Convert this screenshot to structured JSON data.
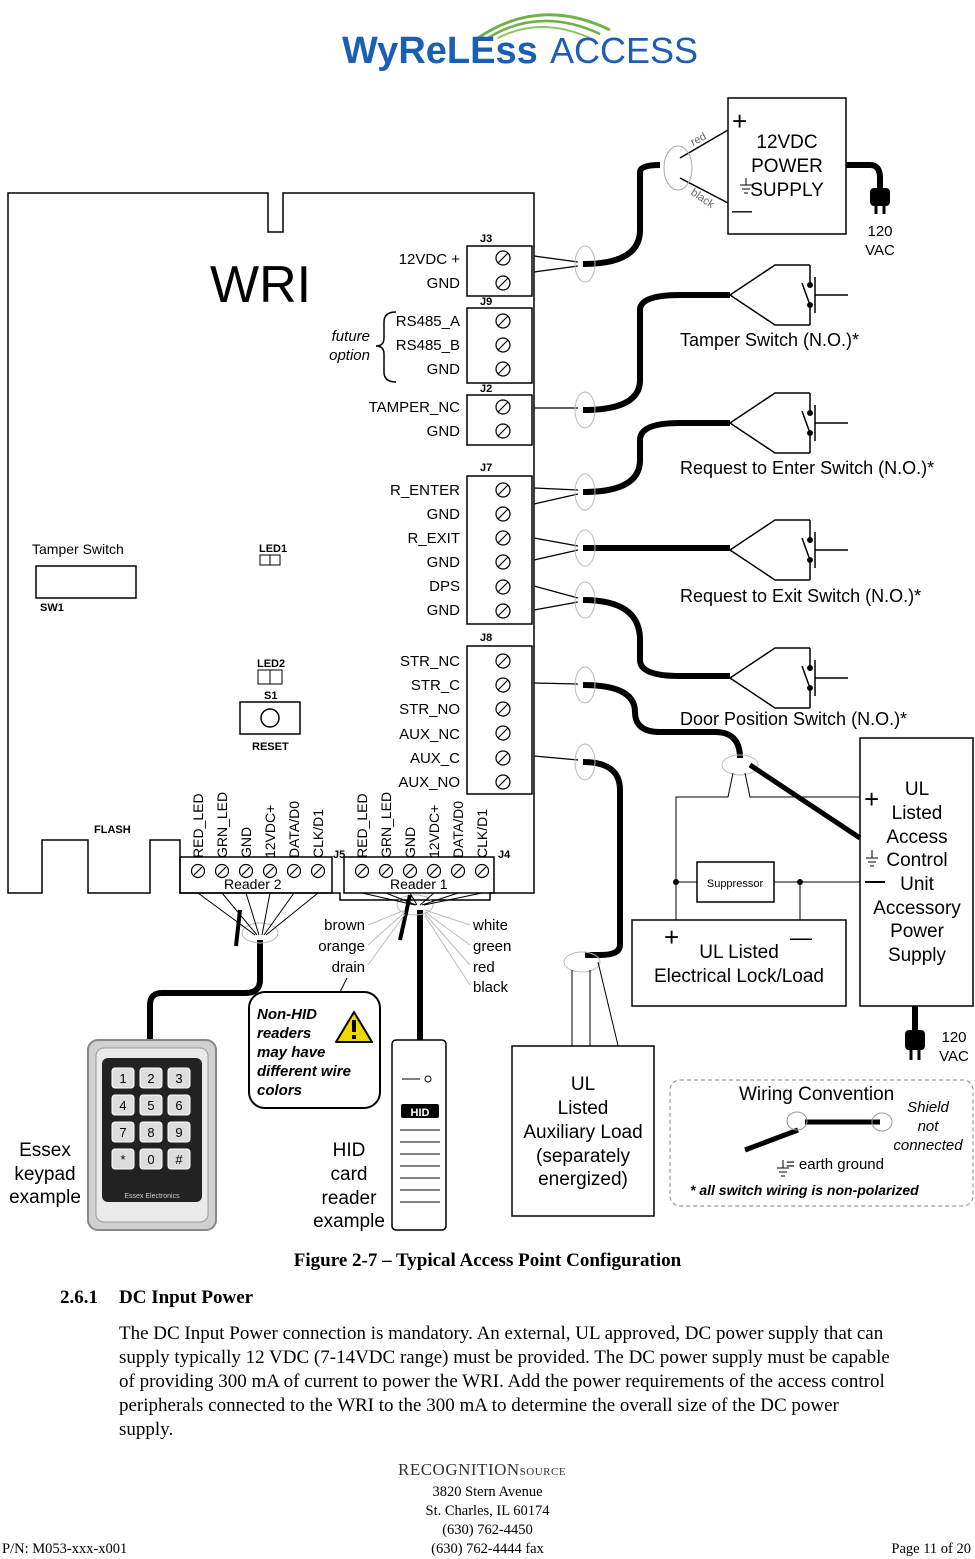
{
  "header": {
    "logo_main": "WyReLEss",
    "logo_second": "ACCESS"
  },
  "board": {
    "title": "WRI",
    "tamper_label": "Tamper Switch",
    "sw1": "SW1",
    "led1": "LED1",
    "led2": "LED2",
    "s1": "S1",
    "reset": "RESET",
    "flash": "FLASH"
  },
  "power_supply": {
    "line1": "12VDC",
    "line2": "POWER",
    "line3": "SUPPLY",
    "red": "red",
    "black": "black",
    "plus": "+",
    "minus": "—"
  },
  "vac_top": {
    "line1": "120",
    "line2": "VAC"
  },
  "vac_bottom": {
    "line1": "120",
    "line2": "VAC"
  },
  "j3": {
    "name": "J3",
    "pins": [
      "12VDC +",
      "GND"
    ]
  },
  "j9": {
    "name": "J9",
    "pins": [
      "RS485_A",
      "RS485_B",
      "GND"
    ],
    "note1": "future",
    "note2": "option"
  },
  "j2": {
    "name": "J2",
    "pins": [
      "TAMPER_NC",
      "GND"
    ]
  },
  "j7": {
    "name": "J7",
    "pins": [
      "R_ENTER",
      "GND",
      "R_EXIT",
      "GND",
      "DPS",
      "GND"
    ]
  },
  "j8": {
    "name": "J8",
    "pins": [
      "STR_NC",
      "STR_C",
      "STR_NO",
      "AUX_NC",
      "AUX_C",
      "AUX_NO"
    ]
  },
  "j5": {
    "name": "J5",
    "label": "Reader 2",
    "pins": [
      "RED_LED",
      "GRN_LED",
      "GND",
      "12VDC+",
      "DATA/D0",
      "CLK/D1"
    ]
  },
  "j4": {
    "name": "J4",
    "label": "Reader 1",
    "pins": [
      "RED_LED",
      "GRN_LED",
      "GND",
      "12VDC+",
      "DATA/D0",
      "CLK/D1"
    ]
  },
  "switches": {
    "tamper": "Tamper Switch (N.O.)*",
    "enter": "Request to Enter Switch (N.O.)*",
    "exit": "Request to Exit Switch (N.O.)*",
    "door": "Door Position Switch (N.O.)*"
  },
  "ul_supply": {
    "l1": "UL",
    "l2": "Listed",
    "l3": "Access",
    "l4": "Control",
    "l5": "Unit",
    "l6": "Accessory",
    "l7": "Power",
    "l8": "Supply"
  },
  "suppressor": "Suppressor",
  "lock": {
    "l1": "UL Listed",
    "l2": "Electrical Lock/Load"
  },
  "aux_load": {
    "l1": "UL",
    "l2": "Listed",
    "l3": "Auxiliary Load",
    "l4": "(separately",
    "l5": "energized)"
  },
  "wire_colors_left": [
    "brown",
    "orange",
    "drain"
  ],
  "wire_colors_right": [
    "white",
    "green",
    "red",
    "black"
  ],
  "non_hid": {
    "l1": "Non-HID",
    "l2": "readers",
    "l3": "may have",
    "l4": "different wire",
    "l5": "colors"
  },
  "hid_label": {
    "l1": "HID",
    "l2": "card",
    "l3": "reader",
    "l4": "example",
    "badge": "HID"
  },
  "essex_label": {
    "l1": "Essex",
    "l2": "keypad",
    "l3": "example",
    "brand": "Essex Electronics"
  },
  "keypad_keys": [
    "1",
    "2",
    "3",
    "4",
    "5",
    "6",
    "7",
    "8",
    "9",
    "*",
    "0",
    "#"
  ],
  "convention": {
    "title": "Wiring Convention",
    "shield1": "Shield",
    "shield2": "not",
    "shield3": "connected",
    "earth": "= earth ground",
    "note": "* all switch wiring is non-polarized"
  },
  "caption": "Figure 2-7 – Typical Access Point Configuration",
  "section": {
    "number": "2.6.1",
    "title": "DC Input Power"
  },
  "body_lines": [
    "The DC Input Power connection is mandatory. An external, UL approved, DC power supply that can",
    "supply typically 12 VDC (7-14VDC range) must be provided.  The DC power supply must be capable",
    "of providing 300 mA of current to power the WRI.  Add the power requirements of the access control",
    "peripherals connected to the WRI to the 300 mA to determine the overall size of the DC power",
    "supply."
  ],
  "footer": {
    "logo_main": "RECOGNITION",
    "logo_small": "SOURCE",
    "address1": "3820 Stern Avenue",
    "address2": "St. Charles, IL 60174",
    "phone": "(630) 762-4450",
    "fax": "(630) 762-4444 fax",
    "part_number": "P/N: M053-xxx-x001",
    "page": "Page 11 of 20"
  },
  "colors": {
    "logo_blue": "#1b5fb5",
    "logo_green": "#5fa83a"
  }
}
